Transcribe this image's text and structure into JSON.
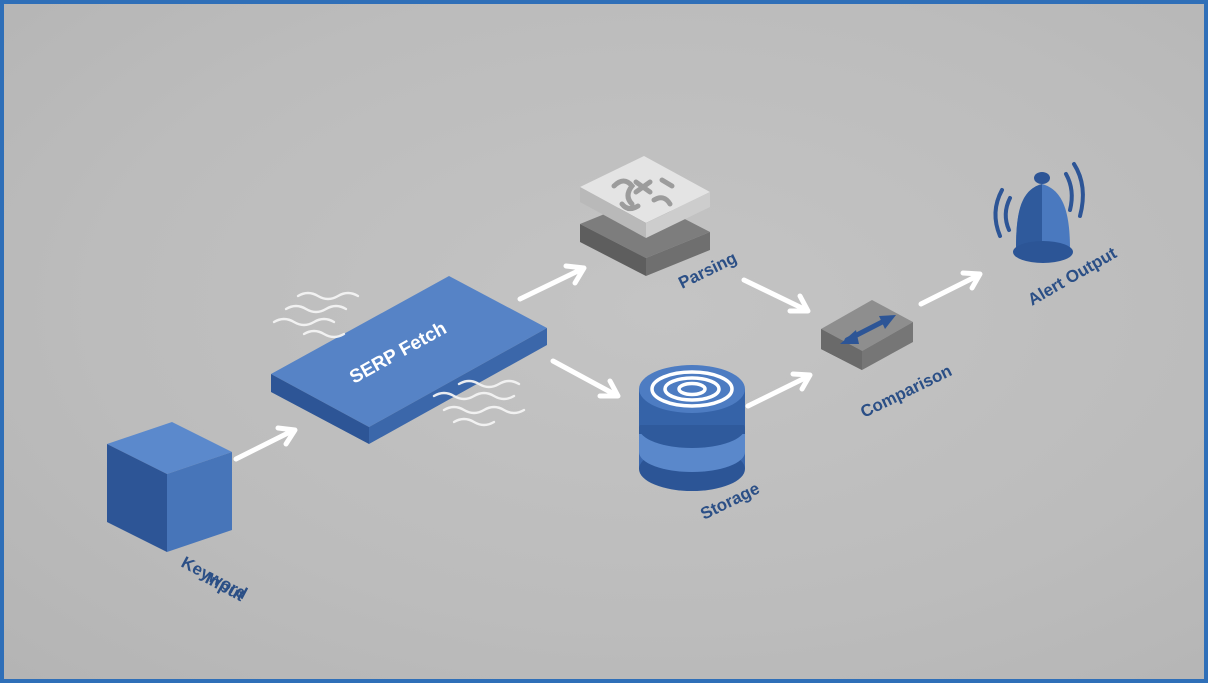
{
  "nodes": {
    "keyword_input": {
      "label_line1": "Keyword",
      "label_line2": "Input"
    },
    "serp_fetch": {
      "label": "SERP Fetch"
    },
    "parsing": {
      "label": "Parsing"
    },
    "storage": {
      "label": "Storage"
    },
    "comparison": {
      "label": "Comparison"
    },
    "alert_output": {
      "label": "Alert Output"
    }
  },
  "colors": {
    "accent_blue": "#4a79bf",
    "dark_blue": "#2c5596",
    "label_blue": "#2b4f86",
    "arrow": "#ffffff",
    "background": "#bdbdbd",
    "frame": "#2f6fb8"
  },
  "icons": {
    "keyword_input": "cube-icon",
    "serp_fetch": "slab-icon",
    "parsing": "parsing-tile-icon",
    "storage": "database-icon",
    "comparison": "swap-arrows-icon",
    "alert_output": "bell-icon"
  }
}
